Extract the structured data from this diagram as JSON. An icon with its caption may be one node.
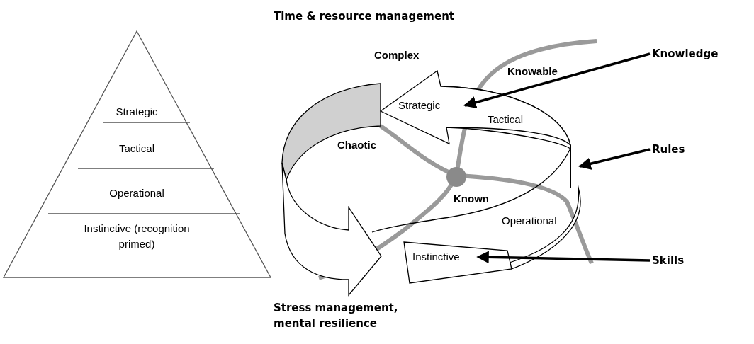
{
  "diagram": {
    "nodes": [
      {
        "text": [
          "Strategic"
        ]
      },
      {
        "text": [
          "Tactical"
        ]
      },
      {
        "text": [
          "Operational"
        ]
      },
      {
        "text": [
          "Instinctive (recognition primed)"
        ]
      },
      {
        "text": [
          "Strategic"
        ]
      },
      {
        "text": [
          "Tactical"
        ]
      },
      {
        "text": [
          "Operational"
        ]
      },
      {
        "text": [
          "Instinctive"
        ]
      },
      {
        "text": [
          "Knowledge"
        ]
      },
      {
        "text": [
          "Rules"
        ]
      },
      {
        "text": [
          "Skills"
        ]
      },
      {
        "text": [],
        "shape": "band"
      }
    ],
    "edges": [
      {
        "from": 8,
        "to": 4,
        "arrow": "to"
      },
      {
        "from": 9,
        "to": 11,
        "arrow": "to"
      },
      {
        "from": 10,
        "to": 7,
        "arrow": "to"
      }
    ],
    "labels": [
      "Time & resource management",
      "Complex",
      "Knowable",
      "Chaotic",
      "Known",
      "Stress management, mental resilience"
    ]
  }
}
